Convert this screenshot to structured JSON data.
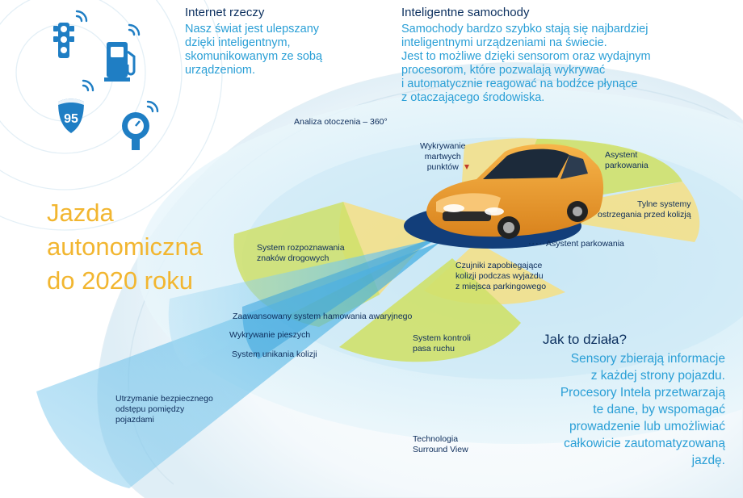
{
  "internet": {
    "title": "Internet rzeczy",
    "lines": [
      "Nasz świat jest ulepszany",
      "dzięki inteligentnym,",
      "skomunikowanym ze sobą",
      "urządzeniom."
    ]
  },
  "cars": {
    "title": "Inteligentne samochody",
    "lines": [
      "Samochody bardzo szybko stają się najbardziej",
      "inteligentnymi urządzeniami na świecie.",
      "Jest to możliwe dzięki sensorom oraz wydajnym",
      "procesorom, które pozwalają wykrywać",
      "i automatycznie reagować na bodźce płynące",
      "z otaczającego  środowiska."
    ]
  },
  "headline": [
    "Jazda",
    "autonomiczna",
    "do 2020 roku"
  ],
  "sign_number": "95",
  "labels": {
    "analiza": "Analiza otoczenia – 360°",
    "martwe": [
      "Wykrywanie",
      "martwych",
      "punktów"
    ],
    "asystent_parkowania_top": [
      "Asystent",
      "parkowania"
    ],
    "tylne": [
      "Tylne systemy",
      "ostrzegania przed kolizją"
    ],
    "asystent_parkowania_side": "Asystent parkowania",
    "znaki": [
      "System rozpoznawania",
      "znaków drogowych"
    ],
    "czujniki": [
      "Czujniki zapobiegające",
      "kolizji podczas wyjazdu",
      "z miejsca parkingowego"
    ],
    "hamowanie": "Zaawansowany system hamowania awaryjnego",
    "piesi": "Wykrywanie pieszych",
    "unikanie": "System unikania kolizji",
    "pas": [
      "System kontroli",
      "pasa ruchu"
    ],
    "odstep": [
      "Utrzymanie bezpiecznego",
      "odstępu pomiędzy",
      "pojazdami"
    ],
    "surround": [
      "Technologia",
      "Surround View"
    ]
  },
  "jak": {
    "title": "Jak to działa?",
    "lines": [
      "Sensory zbierają informacje",
      "z każdej strony pojazdu.",
      "Procesory Intela przetwarzają",
      "te dane, by wspomagać",
      "prowadzenie lub umożliwiać",
      "całkowicie zautomatyzowaną",
      "jazdę."
    ]
  },
  "colors": {
    "dark_blue": "#0b2f5e",
    "light_blue": "#2a9fd6",
    "headline_yellow": "#f2b630",
    "zone_yellow": "#f3e08a",
    "zone_green": "#cfe16a",
    "beam_blue": "#4fb6e6",
    "car_orange": "#e89a2c"
  },
  "icons": [
    "traffic-light-icon",
    "fuel-pump-icon",
    "highway-sign-icon",
    "parking-meter-icon",
    "wifi-icon"
  ]
}
